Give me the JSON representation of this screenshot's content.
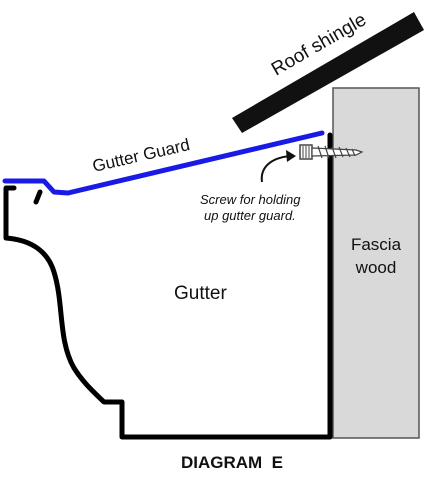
{
  "labels": {
    "roof_shingle": "Roof shingle",
    "gutter_guard": "Gutter Guard",
    "screw_line1": "Screw for holding",
    "screw_line2": "up gutter guard.",
    "fascia_line1": "Fascia",
    "fascia_line2": "wood",
    "gutter": "Gutter",
    "title": "DIAGRAM  E"
  },
  "colors": {
    "gutter_guard": "#1a1ae6",
    "gutter_outline": "#000000",
    "fascia_fill": "#d9d9d9",
    "fascia_stroke": "#555555",
    "shingle": "#111111",
    "screw": "#444444"
  }
}
